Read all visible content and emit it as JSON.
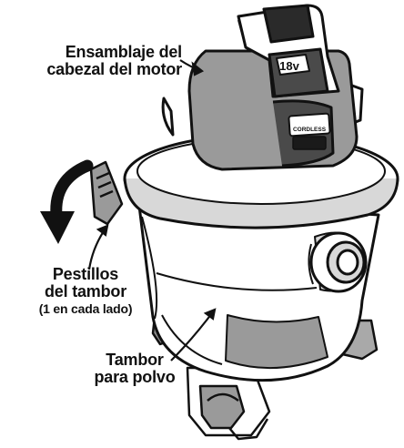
{
  "labels": {
    "motor_head": {
      "line1": "Ensamblaje del",
      "line2": "cabezal del motor"
    },
    "drum_latches": {
      "line1": "Pestillos",
      "line2": "del tambor",
      "line3": "(1 en cada lado)"
    },
    "dust_drum": {
      "line1": "Tambor",
      "line2": "para polvo"
    }
  },
  "battery": {
    "voltage": "18v",
    "badge": "CORDLESS"
  },
  "colors": {
    "ink": "#111111",
    "fill": "#ffffff",
    "shade": "#9a9a9a",
    "light_shade": "#d8d8d8"
  }
}
